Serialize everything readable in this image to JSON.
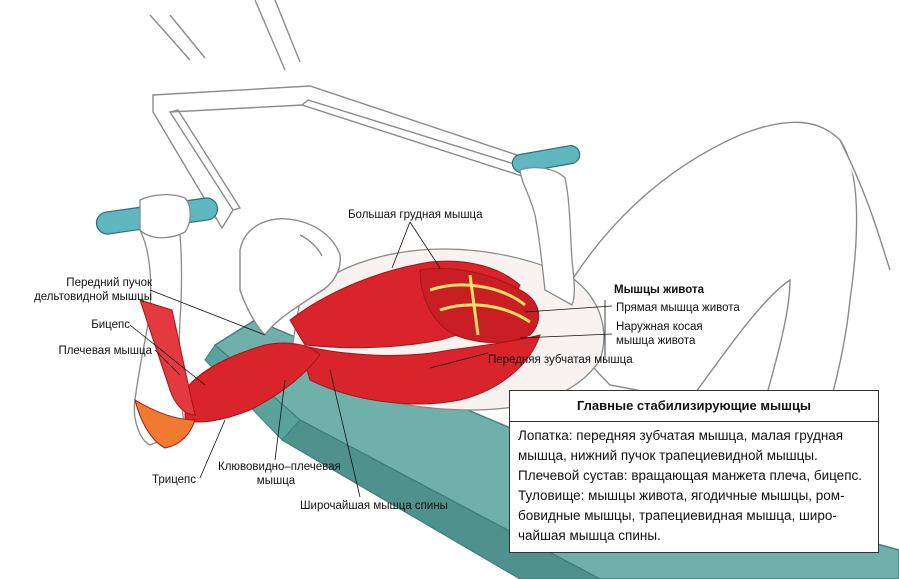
{
  "labels": {
    "pectoralis_major": "Большая грудная мышца",
    "abdominals_header": "Мышцы живота",
    "rectus_abdominis": "Прямая мышца живота",
    "external_oblique_l1": "Наружная косая",
    "external_oblique_l2": "мышца живота",
    "serratus_anterior": "Передняя зубчатая мышца",
    "anterior_deltoid_l1": "Передний пучок",
    "anterior_deltoid_l2": "дельтовидной мышцы",
    "biceps": "Бицепс",
    "brachialis": "Плечевая мышца",
    "triceps": "Трицепс",
    "coracobrachialis_l1": "Клювовидно–плечевая",
    "coracobrachialis_l2": "мышца",
    "latissimus_dorsi": "Широчайшая мышца спины"
  },
  "info_box": {
    "title": "Главные стабилизирующие мышцы",
    "line1": "Лопатка: передняя зубчатая мышца, малая грудная",
    "line2": "мышца, нижний пучок трапециевидной мышцы.",
    "line3": "Плечевой сустав: вращающая манжета плеча, бицепс.",
    "line4": "Туловище: мышцы живота, ягодичные мышцы, ром-",
    "line5": "бовидные мышцы, трапециевидная мышца, широ-",
    "line6": "чайшая мышца спины."
  },
  "colors": {
    "muscle_red": "#d8242a",
    "muscle_dark": "#a8141a",
    "tendon_yellow": "#f3e06a",
    "bench_teal": "#6fb1aa",
    "bench_dark": "#3f7f79",
    "bar_teal": "#5fb7c0",
    "skin_outline": "#8a8a8a"
  }
}
